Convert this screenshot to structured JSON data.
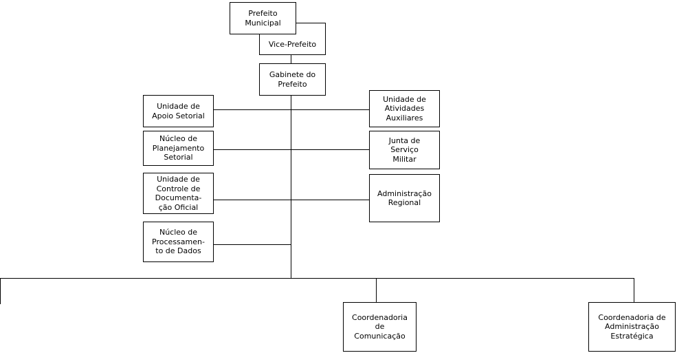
{
  "org_chart": {
    "colors": {
      "line": "#000000",
      "box_border": "#000000",
      "background": "#ffffff"
    },
    "nodes": {
      "prefeito": "Prefeito\nMunicipal",
      "vice_prefeito": "Vice-Prefeito",
      "gabinete": "Gabinete do\nPrefeito",
      "unidade_apoio": "Unidade de\nApoio Setorial",
      "nucleo_planejamento": "Núcleo de\nPlanejamento\nSetorial",
      "unidade_controle": "Unidade de\nControle de\nDocumenta-\nção Oficial",
      "nucleo_processamento": "Núcleo de\nProcessamen-\nto de Dados",
      "unidade_atividades": "Unidade de\nAtividades\nAuxiliares",
      "junta_servico": "Junta de\nServiço\nMilitar",
      "administracao_regional": "Administração\nRegional",
      "coord_comunicacao": "Coordenadoria\nde\nComunicação",
      "coord_administracao": "Coordenadoria de\nAdministração\nEstratégica"
    }
  }
}
